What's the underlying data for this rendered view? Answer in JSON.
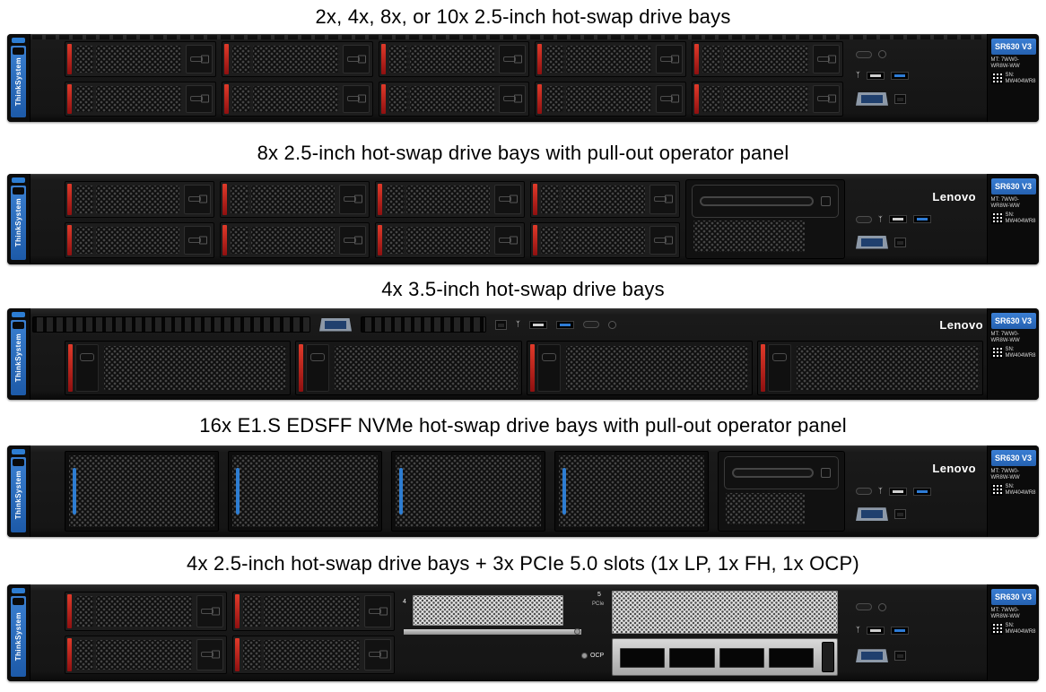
{
  "captions": [
    "2x, 4x, 8x, or 10x 2.5-inch hot-swap drive bays",
    "8x 2.5-inch hot-swap drive bays with pull-out operator panel",
    "4x 3.5-inch hot-swap drive bays",
    "16x E1.S EDSFF NVMe hot-swap drive bays with pull-out operator panel",
    "4x 2.5-inch hot-swap drive bays + 3x PCIe 5.0 slots (1x LP, 1x FH, 1x OCP)"
  ],
  "branding": {
    "thinksystem": "ThinkSystem",
    "lenovo": "Lenovo",
    "model": "SR630 V3",
    "mt_label": "MT: 7WW0-WR8W-WW",
    "sn_label": "SN: MW404WR8"
  },
  "pcie": {
    "slot4_label": "4",
    "slot5_label": "5",
    "pcie_text": "PCIe",
    "ocp_label": "OCP"
  },
  "icons": {
    "usb": "ᛉ"
  },
  "colors": {
    "accent_blue": "#2d7dd2",
    "accent_red": "#c42020",
    "badge_blue": "#2e6fc4",
    "chassis_dark": "#161616",
    "filler_silver": "#e2e2e2"
  }
}
